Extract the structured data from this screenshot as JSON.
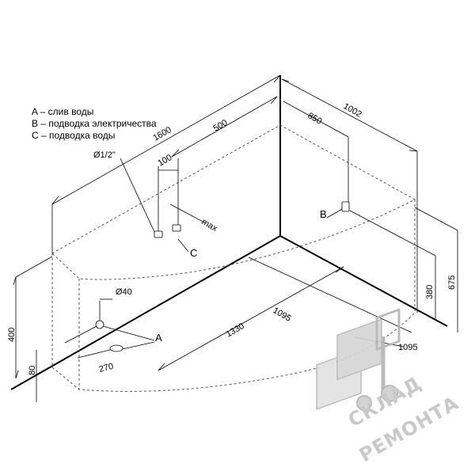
{
  "legend": {
    "a": "A – слив воды",
    "b": "B – подводка электричества",
    "c": "C – подводка воды"
  },
  "dims": {
    "d1600": "1600",
    "d500": "500",
    "d100": "100",
    "d850": "850",
    "d1002": "1002",
    "dmax": "max",
    "dthread": "Ø1/2\"",
    "d40": "Ø40",
    "d400": "400",
    "d80": "80",
    "d270": "270",
    "d1330": "1330",
    "d1095_diag": "1095",
    "d1095_right": "1095",
    "d380": "380",
    "d675": "675"
  },
  "markers": {
    "a": "A",
    "b": "B",
    "c": "C"
  },
  "watermark": {
    "line1": "СКЛАД",
    "line2": "РЕМОНТА"
  }
}
